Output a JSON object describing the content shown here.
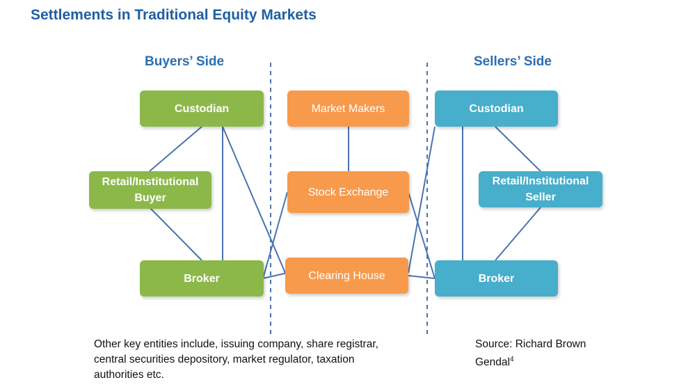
{
  "title": "Settlements in Traditional Equity Markets",
  "buyers_side_label": "Buyers’ Side",
  "sellers_side_label": "Sellers’ Side",
  "nodes": {
    "buyer_custodian": "Custodian",
    "buyer_retail_line1": "Retail/Institutional",
    "buyer_retail_line2": "Buyer",
    "buyer_broker": "Broker",
    "market_makers": "Market Makers",
    "stock_exchange": "Stock Exchange",
    "clearing_house": "Clearing House",
    "seller_custodian": "Custodian",
    "seller_retail_line1": "Retail/Institutional",
    "seller_retail_line2": "Seller",
    "seller_broker": "Broker"
  },
  "colors": {
    "buyer_boxes": "#8cb84a",
    "center_boxes": "#f79a4c",
    "seller_boxes": "#47aecb",
    "connectors": "#4a72b0"
  },
  "footnote": {
    "line1": "Other key entities include, issuing company, share registrar,",
    "line2": "central securities depository, market regulator, taxation",
    "line3": "authorities etc."
  },
  "source": {
    "line1": "Source: Richard Brown",
    "line2": "Gendal",
    "superscript": "4"
  }
}
